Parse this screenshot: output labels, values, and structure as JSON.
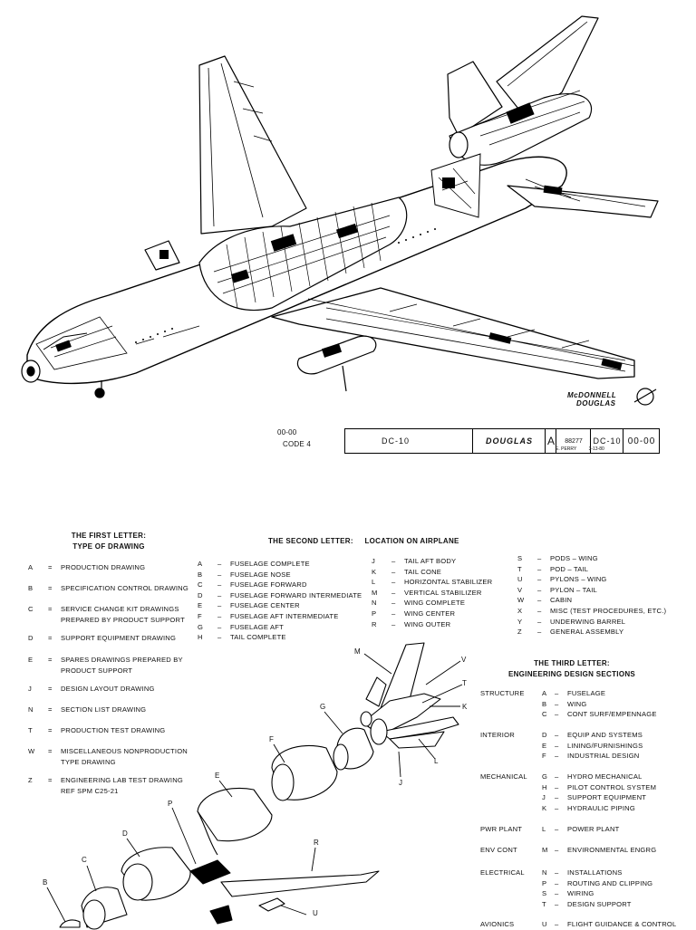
{
  "logo": {
    "line1": "McDONNELL",
    "line2": "DOUGLAS"
  },
  "code_block": {
    "line1": "00-00",
    "line2": "CODE 4"
  },
  "title_block": {
    "model": "DC-10",
    "company": "DOUGLAS",
    "size": "A",
    "code_ident": "88277",
    "dwg_model": "DC-10",
    "dwg_no": "00-00",
    "signer": "E. PERRY",
    "date": "3-13-80"
  },
  "first_letter": {
    "title1": "THE FIRST LETTER:",
    "title2": "TYPE OF DRAWING",
    "items": [
      {
        "code": "A",
        "sep": "=",
        "text": "PRODUCTION DRAWING"
      },
      {
        "code": "B",
        "sep": "=",
        "text": "SPECIFICATION CONTROL DRAWING"
      },
      {
        "code": "C",
        "sep": "=",
        "text": "SERVICE CHANGE KIT DRAWINGS",
        "text2": "PREPARED BY PRODUCT SUPPORT"
      },
      {
        "code": "D",
        "sep": "=",
        "text": "SUPPORT EQUIPMENT DRAWING"
      },
      {
        "code": "E",
        "sep": "=",
        "text": "SPARES DRAWINGS PREPARED BY",
        "text2": "PRODUCT SUPPORT"
      },
      {
        "code": "J",
        "sep": "=",
        "text": "DESIGN LAYOUT DRAWING"
      },
      {
        "code": "N",
        "sep": "=",
        "text": "SECTION LIST DRAWING"
      },
      {
        "code": "T",
        "sep": "=",
        "text": "PRODUCTION TEST DRAWING"
      },
      {
        "code": "W",
        "sep": "=",
        "text": "MISCELLANEOUS NONPRODUCTION",
        "text2": "TYPE DRAWING"
      },
      {
        "code": "Z",
        "sep": "=",
        "text": "ENGINEERING LAB TEST DRAWING",
        "text2": "REF SPM C25-21"
      }
    ]
  },
  "second_letter": {
    "title": "THE SECOND LETTER:     LOCATION ON AIRPLANE",
    "col1": [
      {
        "code": "A",
        "text": "FUSELAGE COMPLETE"
      },
      {
        "code": "B",
        "text": "FUSELAGE NOSE"
      },
      {
        "code": "C",
        "text": "FUSELAGE FORWARD"
      },
      {
        "code": "D",
        "text": "FUSELAGE FORWARD INTERMEDIATE"
      },
      {
        "code": "E",
        "text": "FUSELAGE CENTER"
      },
      {
        "code": "F",
        "text": "FUSELAGE AFT INTERMEDIATE"
      },
      {
        "code": "G",
        "text": "FUSELAGE AFT"
      },
      {
        "code": "H",
        "text": "TAIL COMPLETE"
      }
    ],
    "col2": [
      {
        "code": "J",
        "text": "TAIL AFT BODY"
      },
      {
        "code": "K",
        "text": "TAIL CONE"
      },
      {
        "code": "L",
        "text": "HORIZONTAL STABILIZER"
      },
      {
        "code": "M",
        "text": "VERTICAL STABILIZER"
      },
      {
        "code": "N",
        "text": "WING COMPLETE"
      },
      {
        "code": "P",
        "text": "WING CENTER"
      },
      {
        "code": "R",
        "text": "WING OUTER"
      }
    ],
    "col3": [
      {
        "code": "S",
        "text": "PODS – WING"
      },
      {
        "code": "T",
        "text": "POD – TAIL"
      },
      {
        "code": "U",
        "text": "PYLONS – WING"
      },
      {
        "code": "V",
        "text": "PYLON – TAIL"
      },
      {
        "code": "W",
        "text": "CABIN"
      },
      {
        "code": "X",
        "text": "MISC (TEST PROCEDURES, ETC.)"
      },
      {
        "code": "Y",
        "text": "UNDERWING BARREL"
      },
      {
        "code": "Z",
        "text": "GENERAL ASSEMBLY"
      }
    ]
  },
  "third_letter": {
    "title1": "THE THIRD LETTER:",
    "title2": "ENGINEERING DESIGN SECTIONS",
    "groups": [
      {
        "name": "STRUCTURE",
        "items": [
          {
            "code": "A",
            "text": "FUSELAGE"
          },
          {
            "code": "B",
            "text": "WING"
          },
          {
            "code": "C",
            "text": "CONT SURF/EMPENNAGE"
          }
        ]
      },
      {
        "name": "INTERIOR",
        "items": [
          {
            "code": "D",
            "text": "EQUIP AND SYSTEMS"
          },
          {
            "code": "E",
            "text": "LINING/FURNISHINGS"
          },
          {
            "code": "F",
            "text": "INDUSTRIAL DESIGN"
          }
        ]
      },
      {
        "name": "MECHANICAL",
        "items": [
          {
            "code": "G",
            "text": "HYDRO MECHANICAL"
          },
          {
            "code": "H",
            "text": "PILOT CONTROL SYSTEM"
          },
          {
            "code": "J",
            "text": "SUPPORT EQUIPMENT"
          },
          {
            "code": "K",
            "text": "HYDRAULIC PIPING"
          }
        ]
      },
      {
        "name": "PWR PLANT",
        "items": [
          {
            "code": "L",
            "text": "POWER PLANT"
          }
        ]
      },
      {
        "name": "ENV CONT",
        "items": [
          {
            "code": "M",
            "text": "ENVIRONMENTAL ENGRG"
          }
        ]
      },
      {
        "name": "ELECTRICAL",
        "items": [
          {
            "code": "N",
            "text": "INSTALLATIONS"
          },
          {
            "code": "P",
            "text": "ROUTING AND CLIPPING"
          },
          {
            "code": "S",
            "text": "WIRING"
          },
          {
            "code": "T",
            "text": "DESIGN SUPPORT"
          }
        ]
      },
      {
        "name": "AVIONICS",
        "items": [
          {
            "code": "U",
            "text": "FLIGHT GUIDANCE & CONTROL"
          }
        ]
      }
    ]
  },
  "exploded_labels": [
    "M",
    "V",
    "T",
    "K",
    "G",
    "F",
    "L",
    "J",
    "E",
    "P",
    "D",
    "C",
    "R",
    "B",
    "U"
  ]
}
